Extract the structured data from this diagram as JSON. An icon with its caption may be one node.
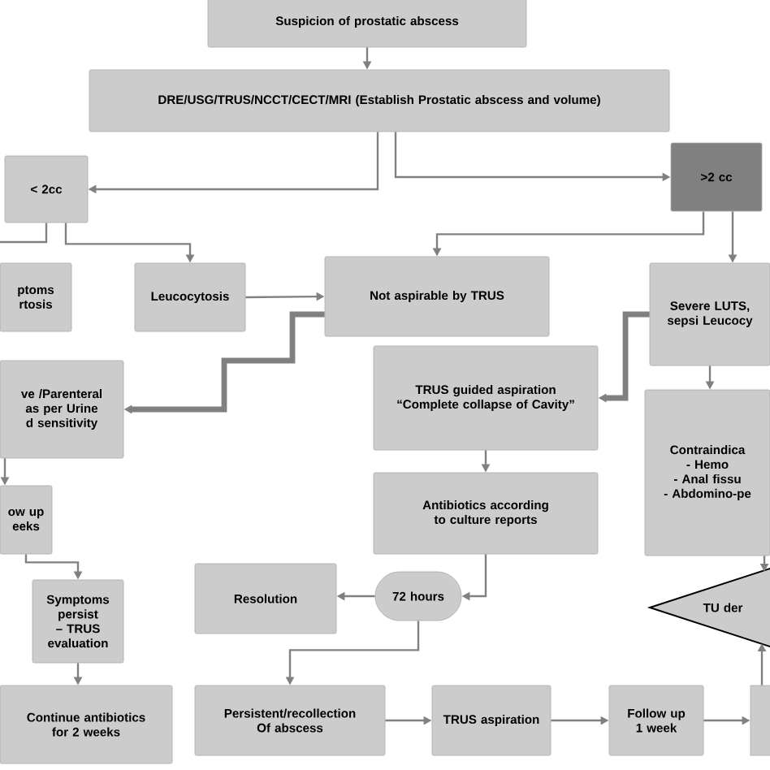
{
  "diagram": {
    "nodes": [
      {
        "text": [
          "Suspicion of prostatic abscess"
        ]
      },
      {
        "text": [
          "DRE/USG/TRUS/NCCT/CECT/MRI (Establish Prostatic abscess and volume)"
        ]
      },
      {
        "text": [
          "< 2cc"
        ]
      },
      {
        "text": [
          ">2 cc"
        ]
      },
      {
        "text": [
          "ptoms rtosis"
        ]
      },
      {
        "text": [
          "Leucocytosis"
        ]
      },
      {
        "text": [
          "Not aspirable by TRUS"
        ]
      },
      {
        "text": [
          "Severe LUTS, sepsi Leucocy"
        ]
      },
      {
        "text": [
          "ve /Parenteral as per Urine d sensitivity"
        ]
      },
      {
        "text": [
          "TRUS guided aspiration “Complete collapse of Cavity”"
        ]
      },
      {
        "text": [
          "Contraindica",
          "- Hemo",
          "- Anal fissu",
          "- Abdomino-pe"
        ]
      },
      {
        "text": [
          "Antibiotics according to culture reports"
        ]
      },
      {
        "text": [
          "ow up eeks"
        ]
      },
      {
        "text": [
          "Resolution"
        ]
      },
      {
        "text": [
          "72 hours"
        ]
      },
      {
        "text": [
          "Symptoms persist – TRUS evaluation"
        ]
      },
      {
        "text": [
          "TU der"
        ]
      },
      {
        "text": [
          "Continue antibiotics for 2 weeks"
        ]
      },
      {
        "text": [
          "Persistent/recollection Of abscess"
        ]
      },
      {
        "text": [
          "TRUS aspiration"
        ]
      },
      {
        "text": [
          "Follow up 1 week"
        ]
      },
      {
        "text": [],
        "shape": "box"
      }
    ],
    "edges": [
      {
        "from": 0,
        "to": 1,
        "arrow": "to"
      },
      {
        "from": 1,
        "to": 2,
        "arrow": "to"
      },
      {
        "from": 1,
        "to": 3,
        "arrow": "to"
      },
      {
        "from": 2,
        "to": null,
        "arrow": "none"
      },
      {
        "from": 2,
        "to": 5,
        "arrow": "to"
      },
      {
        "from": 3,
        "to": 6,
        "arrow": "to"
      },
      {
        "from": 3,
        "to": 7,
        "arrow": "to"
      },
      {
        "from": 5,
        "to": 6,
        "arrow": "to"
      },
      {
        "from": 6,
        "to": 8,
        "arrow": "to",
        "style": "thick"
      },
      {
        "from": 7,
        "to": 9,
        "arrow": "to",
        "style": "thick"
      },
      {
        "from": 9,
        "to": 11,
        "arrow": "to"
      },
      {
        "from": 7,
        "to": 10,
        "arrow": "to"
      },
      {
        "from": 11,
        "to": 14,
        "arrow": "to"
      },
      {
        "from": 14,
        "to": 13,
        "arrow": "to"
      },
      {
        "from": 14,
        "to": 18,
        "arrow": "to"
      },
      {
        "from": 18,
        "to": 19,
        "arrow": "to"
      },
      {
        "from": 19,
        "to": 20,
        "arrow": "to"
      },
      {
        "from": 20,
        "to": 21,
        "arrow": "to"
      },
      {
        "from": 21,
        "to": 16,
        "arrow": "to"
      },
      {
        "from": 10,
        "to": 16,
        "arrow": "to"
      },
      {
        "from": 8,
        "to": 12,
        "arrow": "to"
      },
      {
        "from": 12,
        "to": 15,
        "arrow": "to"
      },
      {
        "from": 15,
        "to": 17,
        "arrow": "to"
      }
    ]
  }
}
